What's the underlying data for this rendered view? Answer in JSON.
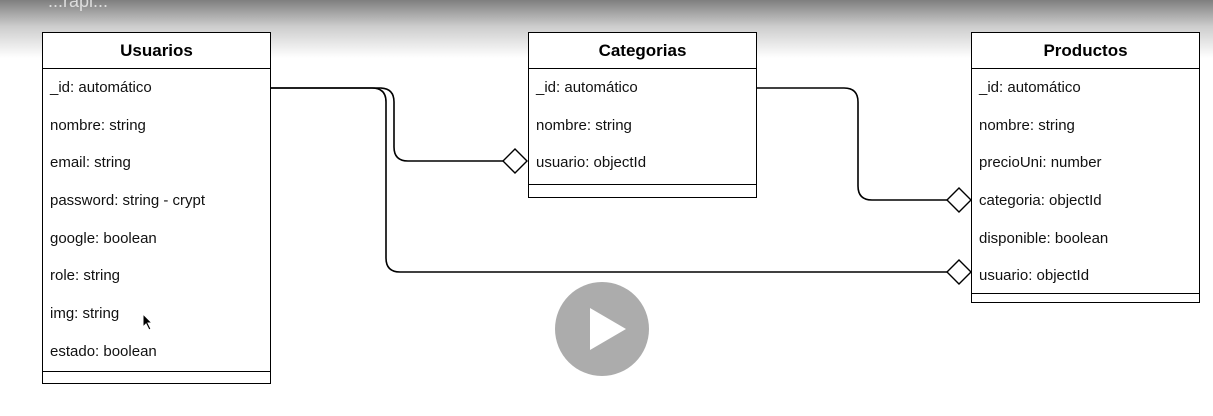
{
  "video": {
    "title": "...rapi..."
  },
  "entities": {
    "usuarios": {
      "title": "Usuarios",
      "fields": [
        "_id: automático",
        "nombre: string",
        "email: string",
        "password: string - crypt",
        "google: boolean",
        "role: string",
        "img: string",
        "estado: boolean"
      ]
    },
    "categorias": {
      "title": "Categorias",
      "fields": [
        "_id: automático",
        "nombre: string",
        "usuario: objectId"
      ]
    },
    "productos": {
      "title": "Productos",
      "fields": [
        "_id: automático",
        "nombre: string",
        "precioUni: number",
        "categoria: objectId",
        "disponible: boolean",
        "usuario: objectId"
      ]
    }
  },
  "relations": [
    {
      "from": "Usuarios._id",
      "to": "Categorias.usuario"
    },
    {
      "from": "Usuarios._id",
      "to": "Productos.usuario"
    },
    {
      "from": "Categorias._id",
      "to": "Productos.categoria"
    }
  ],
  "colors": {
    "line": "#000000",
    "overlay_button": "#8c8c8c"
  },
  "icons": [
    "play-icon",
    "mouse-pointer-icon",
    "diamond-aggregation-icon"
  ]
}
